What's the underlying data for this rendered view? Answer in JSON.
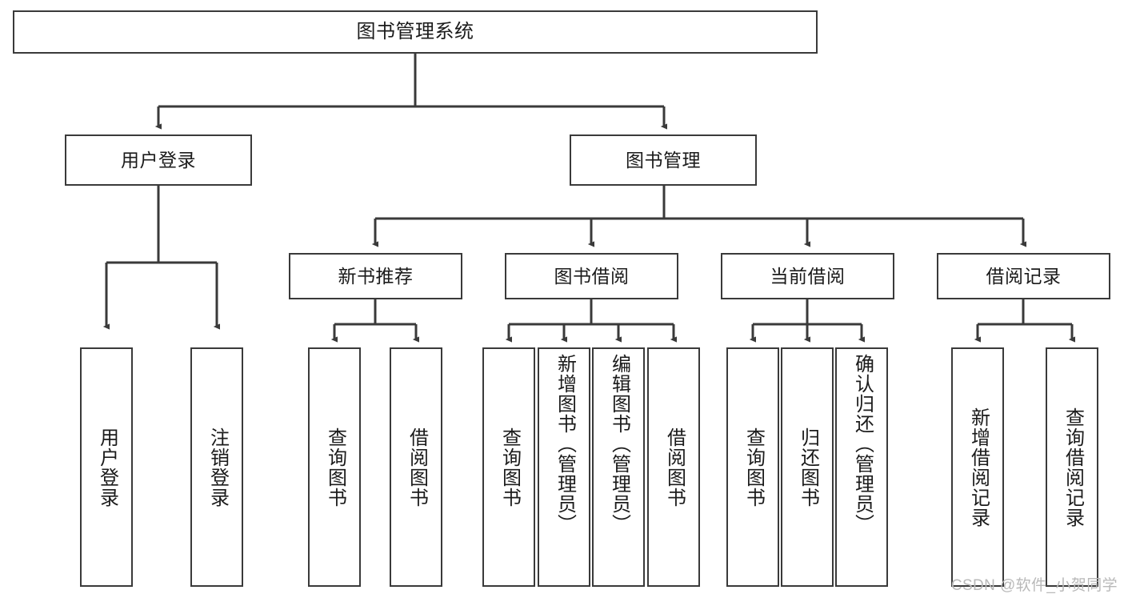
{
  "diagram": {
    "type": "tree-hierarchy",
    "title": "图书管理系统",
    "watermark": "CSDN @软件_小贺同学",
    "colors": {
      "background": "#ffffff",
      "box_border": "#3a3a3a",
      "connector": "#3a3a3a",
      "text": "#1b1b1b",
      "watermark": "#b9b9b9"
    },
    "levels": [
      {
        "level": 1,
        "nodes": [
          {
            "id": "root",
            "label": "图书管理系统",
            "orientation": "horizontal"
          }
        ]
      },
      {
        "level": 2,
        "nodes": [
          {
            "id": "user-login",
            "label": "用户登录",
            "orientation": "horizontal",
            "parent": "root"
          },
          {
            "id": "book-manage",
            "label": "图书管理",
            "orientation": "horizontal",
            "parent": "root"
          }
        ]
      },
      {
        "level": 3,
        "nodes": [
          {
            "id": "new-book-rec",
            "label": "新书推荐",
            "orientation": "horizontal",
            "parent": "book-manage"
          },
          {
            "id": "book-borrow",
            "label": "图书借阅",
            "orientation": "horizontal",
            "parent": "book-manage"
          },
          {
            "id": "current-borrow",
            "label": "当前借阅",
            "orientation": "horizontal",
            "parent": "book-manage"
          },
          {
            "id": "borrow-record",
            "label": "借阅记录",
            "orientation": "horizontal",
            "parent": "book-manage"
          }
        ]
      },
      {
        "level": 4,
        "nodes": [
          {
            "id": "leaf-user-login",
            "label": "用户登录",
            "orientation": "vertical",
            "parent": "user-login"
          },
          {
            "id": "leaf-logout",
            "label": "注销登录",
            "orientation": "vertical",
            "parent": "user-login"
          },
          {
            "id": "leaf-query-book-1",
            "label": "查询图书",
            "orientation": "vertical",
            "parent": "new-book-rec"
          },
          {
            "id": "leaf-borrow-book-1",
            "label": "借阅图书",
            "orientation": "vertical",
            "parent": "new-book-rec"
          },
          {
            "id": "leaf-query-book-2",
            "label": "查询图书",
            "orientation": "vertical",
            "parent": "book-borrow"
          },
          {
            "id": "leaf-add-book",
            "label": "新增图书（管理员）",
            "orientation": "vertical",
            "parent": "book-borrow"
          },
          {
            "id": "leaf-edit-book",
            "label": "编辑图书（管理员）",
            "orientation": "vertical",
            "parent": "book-borrow"
          },
          {
            "id": "leaf-borrow-book-2",
            "label": "借阅图书",
            "orientation": "vertical",
            "parent": "book-borrow"
          },
          {
            "id": "leaf-query-book-3",
            "label": "查询图书",
            "orientation": "vertical",
            "parent": "current-borrow"
          },
          {
            "id": "leaf-return-book",
            "label": "归还图书",
            "orientation": "vertical",
            "parent": "current-borrow"
          },
          {
            "id": "leaf-confirm-return",
            "label": "确认归还（管理员）",
            "orientation": "vertical",
            "parent": "current-borrow"
          },
          {
            "id": "leaf-add-record",
            "label": "新增借阅记录",
            "orientation": "vertical",
            "parent": "borrow-record"
          },
          {
            "id": "leaf-query-record",
            "label": "查询借阅记录",
            "orientation": "vertical",
            "parent": "borrow-record"
          }
        ]
      }
    ]
  }
}
